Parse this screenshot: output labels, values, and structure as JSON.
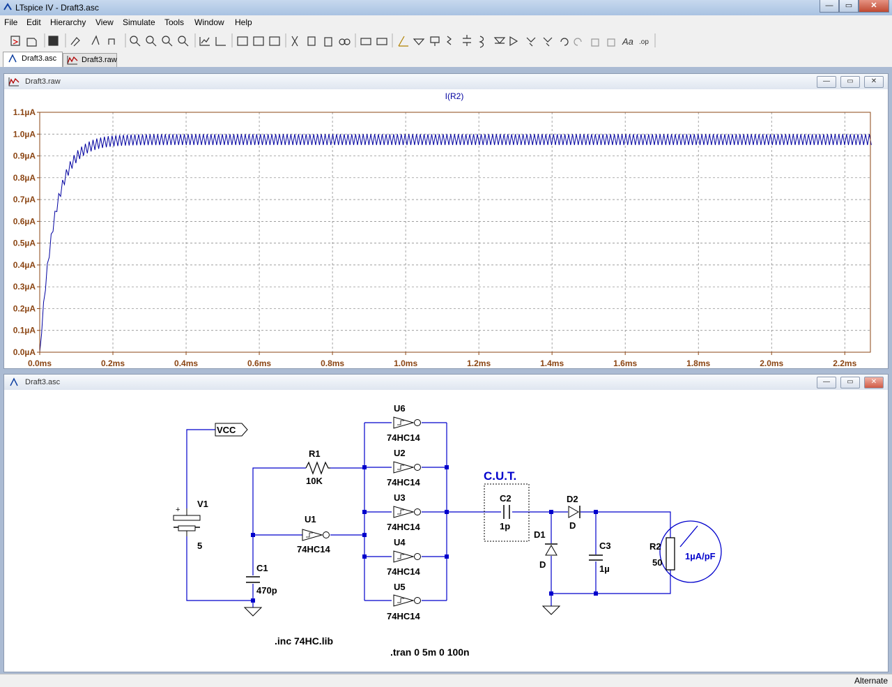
{
  "window": {
    "title": "LTspice IV - Draft3.asc",
    "minimize": "—",
    "maximize": "▭",
    "close": "✕"
  },
  "menu": [
    "File",
    "Edit",
    "Hierarchy",
    "View",
    "Simulate",
    "Tools",
    "Window",
    "Help"
  ],
  "tabs": [
    {
      "label": "Draft3.asc",
      "active": true
    },
    {
      "label": "Draft3.raw",
      "active": false
    }
  ],
  "plot_window": {
    "title": "Draft3.raw"
  },
  "schematic_window": {
    "title": "Draft3.asc"
  },
  "child_buttons": {
    "minimize": "—",
    "restore": "▭",
    "close": "✕"
  },
  "chart_data": {
    "type": "line",
    "title": "I(R2)",
    "series": [
      {
        "name": "I(R2)",
        "color": "#0000a0"
      }
    ],
    "x_ticks": [
      "0.0ms",
      "0.2ms",
      "0.4ms",
      "0.6ms",
      "0.8ms",
      "1.0ms",
      "1.2ms",
      "1.4ms",
      "1.6ms",
      "1.8ms",
      "2.0ms",
      "2.2ms"
    ],
    "y_ticks": [
      "0.0µA",
      "0.1µA",
      "0.2µA",
      "0.3µA",
      "0.4µA",
      "0.5µA",
      "0.6µA",
      "0.7µA",
      "0.8µA",
      "0.9µA",
      "1.0µA",
      "1.1µA"
    ],
    "xlim": [
      0,
      2.27
    ],
    "ylim": [
      0,
      1.1
    ],
    "x_unit": "ms",
    "y_unit": "µA",
    "settle_level": 1.0,
    "ripple_min": 0.95,
    "time_constant_ms": 0.04,
    "grid": true
  },
  "schematic": {
    "vcc_label": "VCC",
    "v1": {
      "name": "V1",
      "value": "5",
      "plus": "+"
    },
    "r1": {
      "name": "R1",
      "value": "10K"
    },
    "c1": {
      "name": "C1",
      "value": "470p"
    },
    "u1": {
      "name": "U1",
      "model": "74HC14"
    },
    "u2": {
      "name": "U2",
      "model": "74HC14"
    },
    "u3": {
      "name": "U3",
      "model": "74HC14"
    },
    "u4": {
      "name": "U4",
      "model": "74HC14"
    },
    "u5": {
      "name": "U5",
      "model": "74HC14"
    },
    "u6": {
      "name": "U6",
      "model": "74HC14"
    },
    "cut_label": "C.U.T.",
    "c2": {
      "name": "C2",
      "value": "1p"
    },
    "d1": {
      "name": "D1",
      "model": "D"
    },
    "d2": {
      "name": "D2",
      "model": "D"
    },
    "c3": {
      "name": "C3",
      "value": "1µ"
    },
    "r2": {
      "name": "R2",
      "value": "50"
    },
    "meter_label": "1µA/pF",
    "directive_inc": ".inc 74HC.lib",
    "directive_tran": ".tran 0 5m 0 100n"
  },
  "statusbar": {
    "text": "Alternate"
  }
}
